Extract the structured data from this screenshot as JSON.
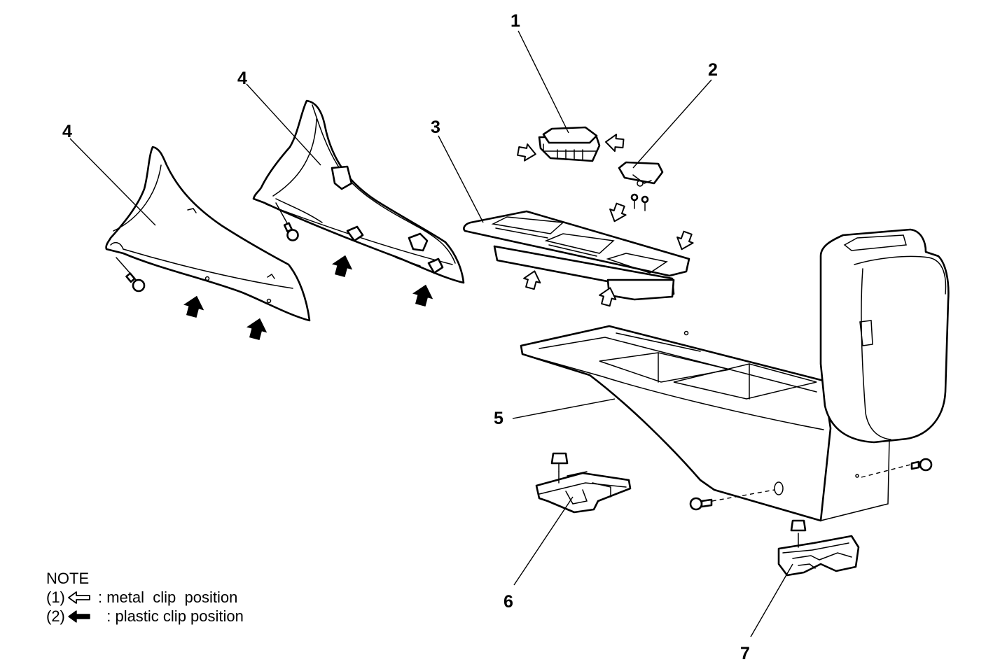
{
  "callouts": {
    "c1": "1",
    "c2": "2",
    "c3": "3",
    "c4a": "4",
    "c4b": "4",
    "c5": "5",
    "c6": "6",
    "c7": "7"
  },
  "note": {
    "title": "NOTE",
    "metal_prefix": "(1)",
    "metal_text": " : metal  clip  position",
    "plastic_prefix": "(2)",
    "plastic_text": "   : plastic clip position"
  },
  "legend_icons": {
    "metal": "open-arrow-icon",
    "plastic": "solid-arrow-icon"
  }
}
